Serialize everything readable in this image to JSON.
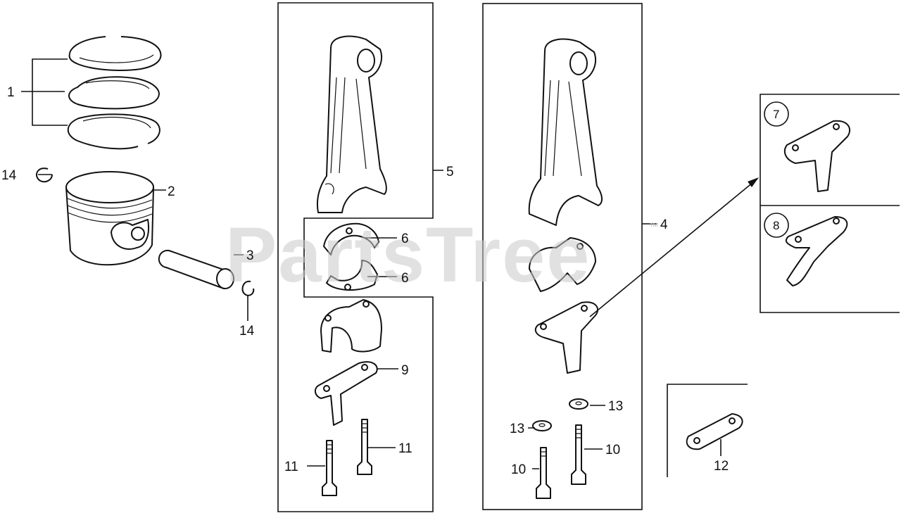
{
  "watermark": {
    "text": "PartsTree",
    "trademark": "™"
  },
  "callouts": {
    "c1": "1",
    "c2": "2",
    "c3": "3",
    "c4": "4",
    "c5": "5",
    "c6a": "6",
    "c6b": "6",
    "c9": "9",
    "c10a": "10",
    "c10b": "10",
    "c11a": "11",
    "c11b": "11",
    "c12": "12",
    "c13a": "13",
    "c13b": "13",
    "c14a": "14",
    "c14b": "14"
  },
  "inset": {
    "option_a": "7",
    "option_b": "8"
  }
}
